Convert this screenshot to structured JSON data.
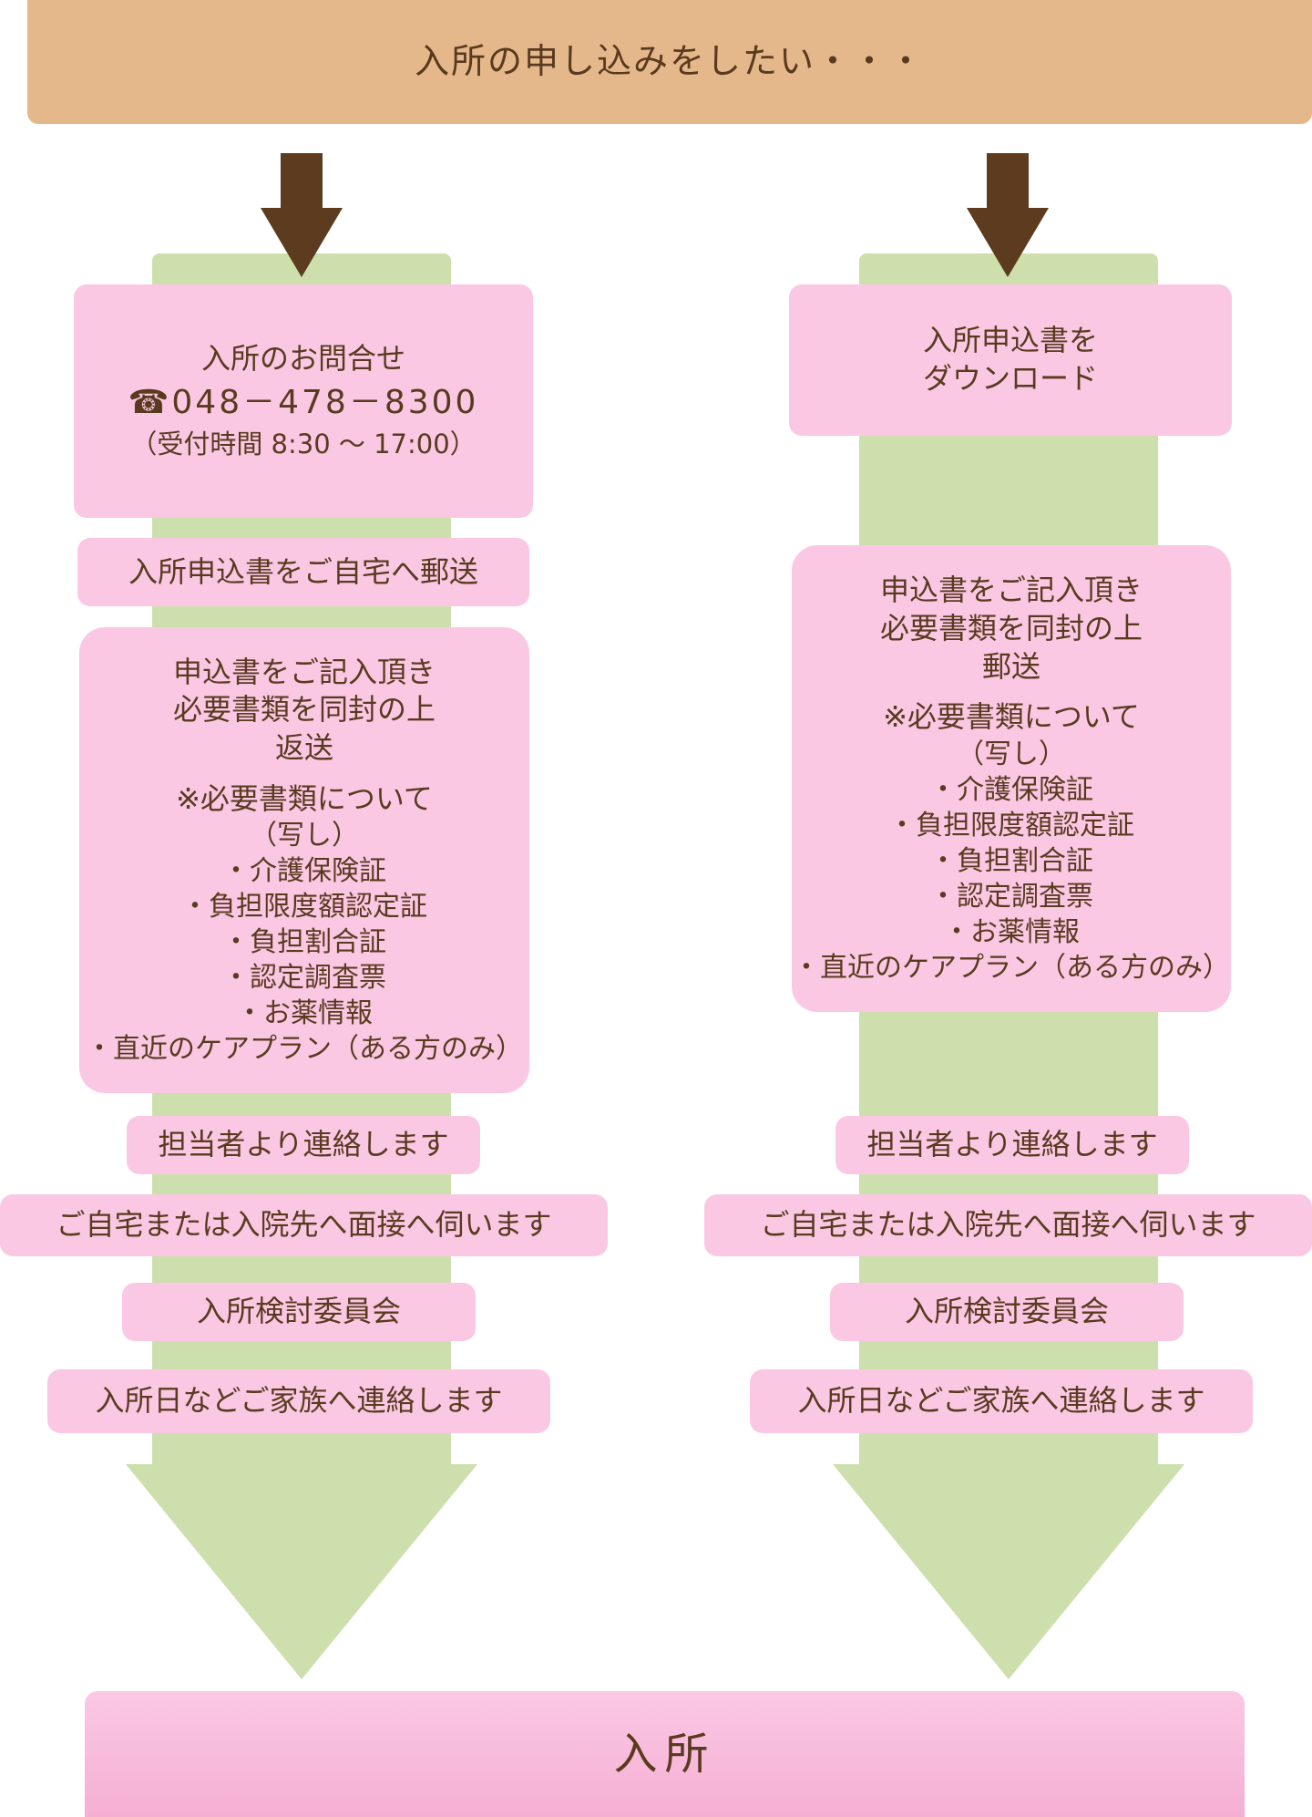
{
  "header": {
    "title": "入所の申し込みをしたい・・・"
  },
  "left": {
    "inquiry": {
      "title": "入所のお問合せ",
      "phone": "☎048－478－8300",
      "hours": "（受付時間 8:30 ～ 17:00）"
    },
    "mail_form": "入所申込書をご自宅へ郵送",
    "fill_form": {
      "lines": [
        "申込書をご記入頂き",
        "必要書類を同封の上",
        "返送"
      ],
      "docs_title": "※必要書類について",
      "docs_sub": "（写し）",
      "docs": [
        "・介護保険証",
        "・負担限度額認定証",
        "・負担割合証",
        "・認定調査票",
        "・お薬情報",
        "・直近のケアプラン（ある方のみ）"
      ]
    },
    "contact": "担当者より連絡します",
    "interview": "ご自宅または入院先へ面接へ伺います",
    "committee": "入所検討委員会",
    "notify": "入所日などご家族へ連絡します"
  },
  "right": {
    "download": [
      "入所申込書を",
      "ダウンロード"
    ],
    "fill_form": {
      "lines": [
        "申込書をご記入頂き",
        "必要書類を同封の上",
        "郵送"
      ],
      "docs_title": "※必要書類について",
      "docs_sub": "（写し）",
      "docs": [
        "・介護保険証",
        "・負担限度額認定証",
        "・負担割合証",
        "・認定調査票",
        "・お薬情報",
        "・直近のケアプラン（ある方のみ）"
      ]
    },
    "contact": "担当者より連絡します",
    "interview": "ご自宅または入院先へ面接へ伺います",
    "committee": "入所検討委員会",
    "notify": "入所日などご家族へ連絡します"
  },
  "final": {
    "label": "入所"
  },
  "colors": {
    "header_bg": "#e5b88b",
    "box_pink": "#fbc8e4",
    "trunk_green": "#cddfad",
    "arrow_brown": "#5c3b1e",
    "text_brown": "#5a3a1f"
  }
}
